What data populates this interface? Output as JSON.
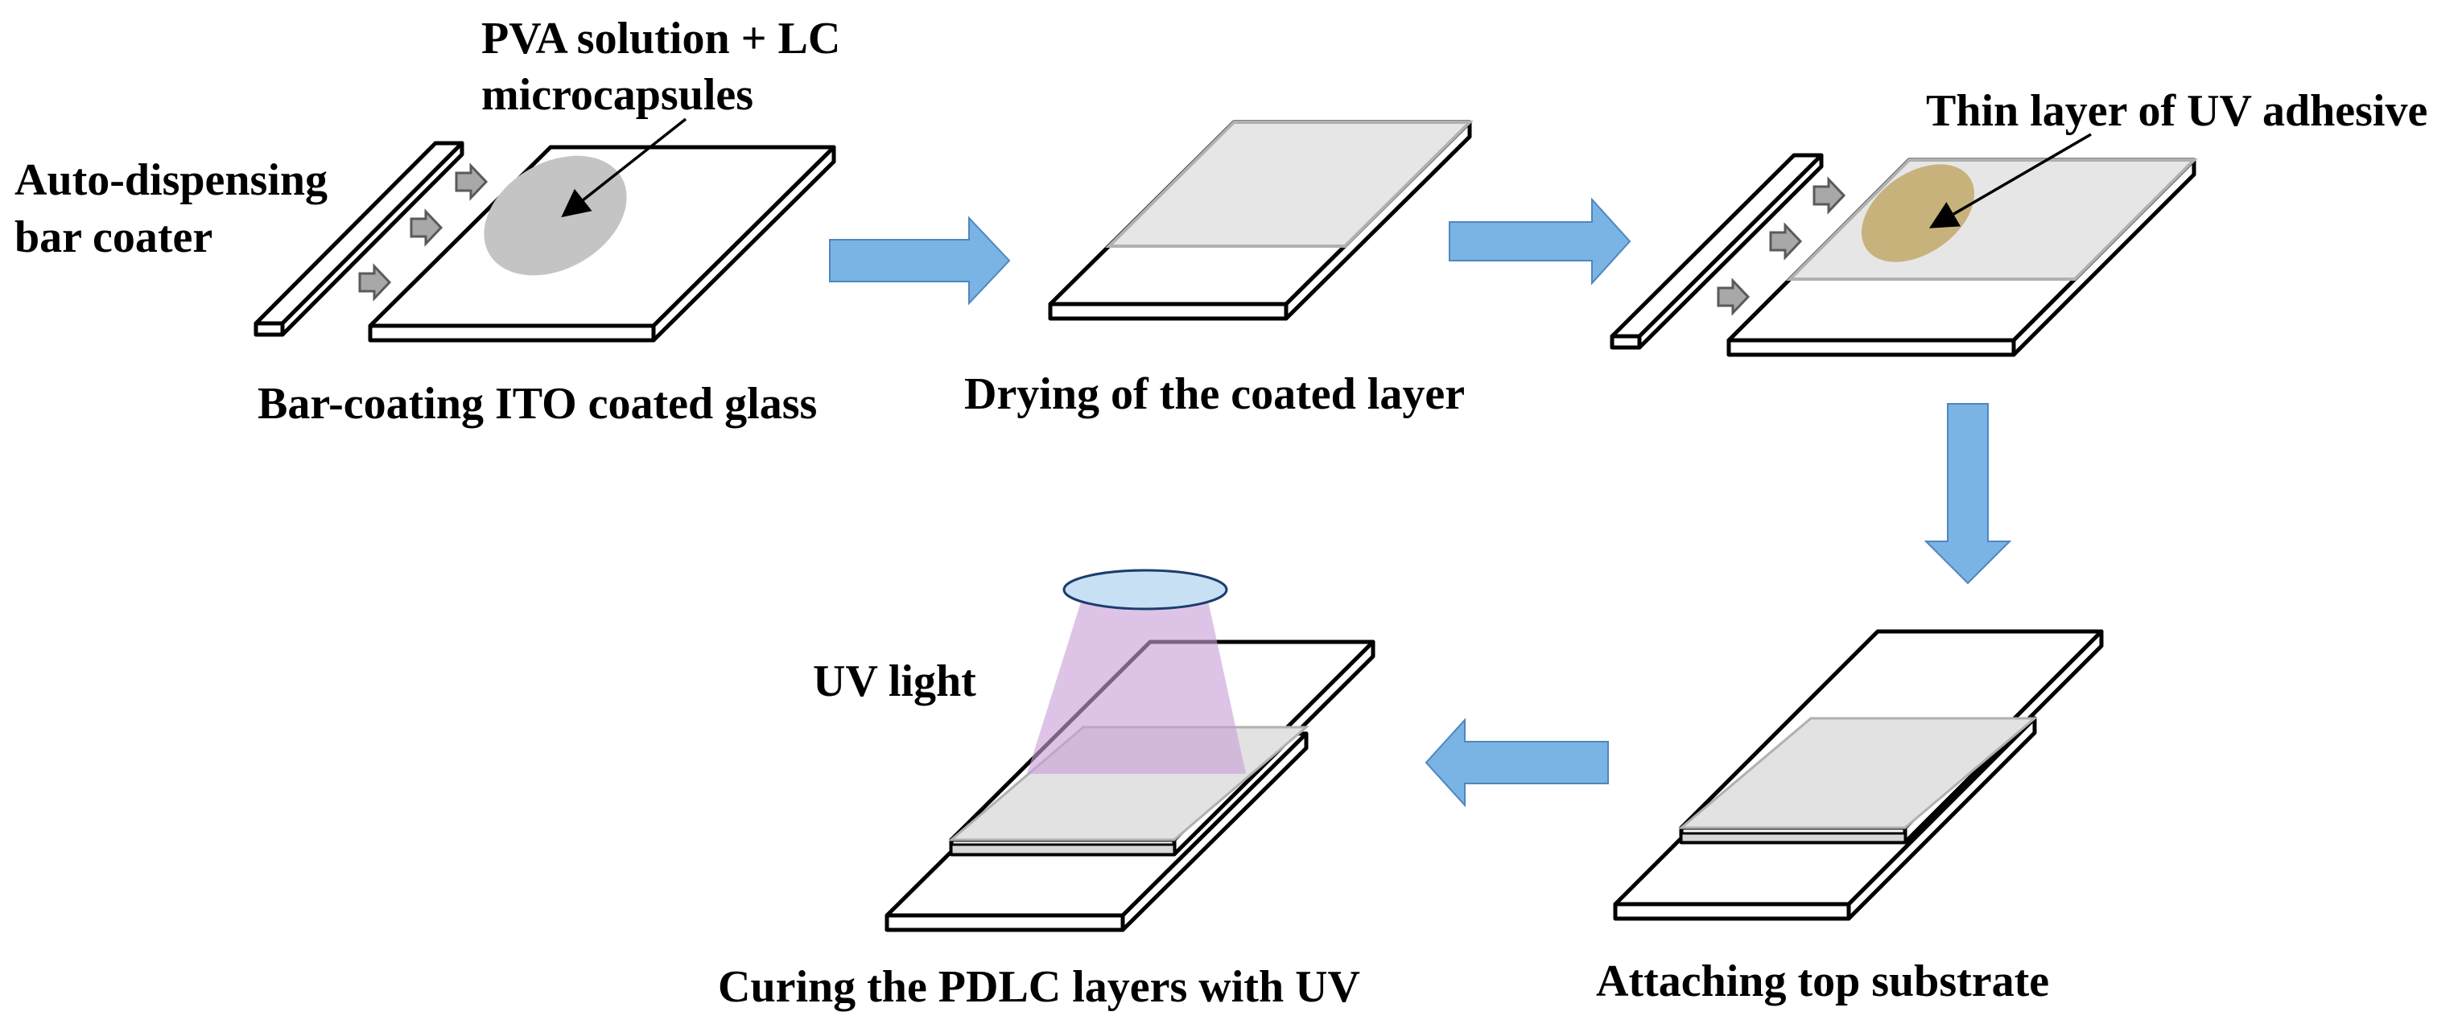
{
  "labels": {
    "pva_line1": "PVA solution + LC",
    "pva_line2": "microcapsules",
    "coater_line1": "Auto-dispensing",
    "coater_line2": "bar coater",
    "adhesive": "Thin layer of UV adhesive",
    "uv_light": "UV light"
  },
  "steps": [
    {
      "caption": "Bar-coating ITO coated glass"
    },
    {
      "caption": "Drying of the coated layer"
    },
    {
      "caption": "Attaching top substrate"
    },
    {
      "caption": "Curing the PDLC layers with UV"
    }
  ],
  "colors": {
    "flow_arrow": "#7ab4e4",
    "flow_arrow_stroke": "#4f86bf",
    "coating": "#c4c4c4",
    "adhesive": "#c8b27c",
    "uv_cone": "#c89fd8",
    "uv_lamp": "#c8e0f4"
  }
}
